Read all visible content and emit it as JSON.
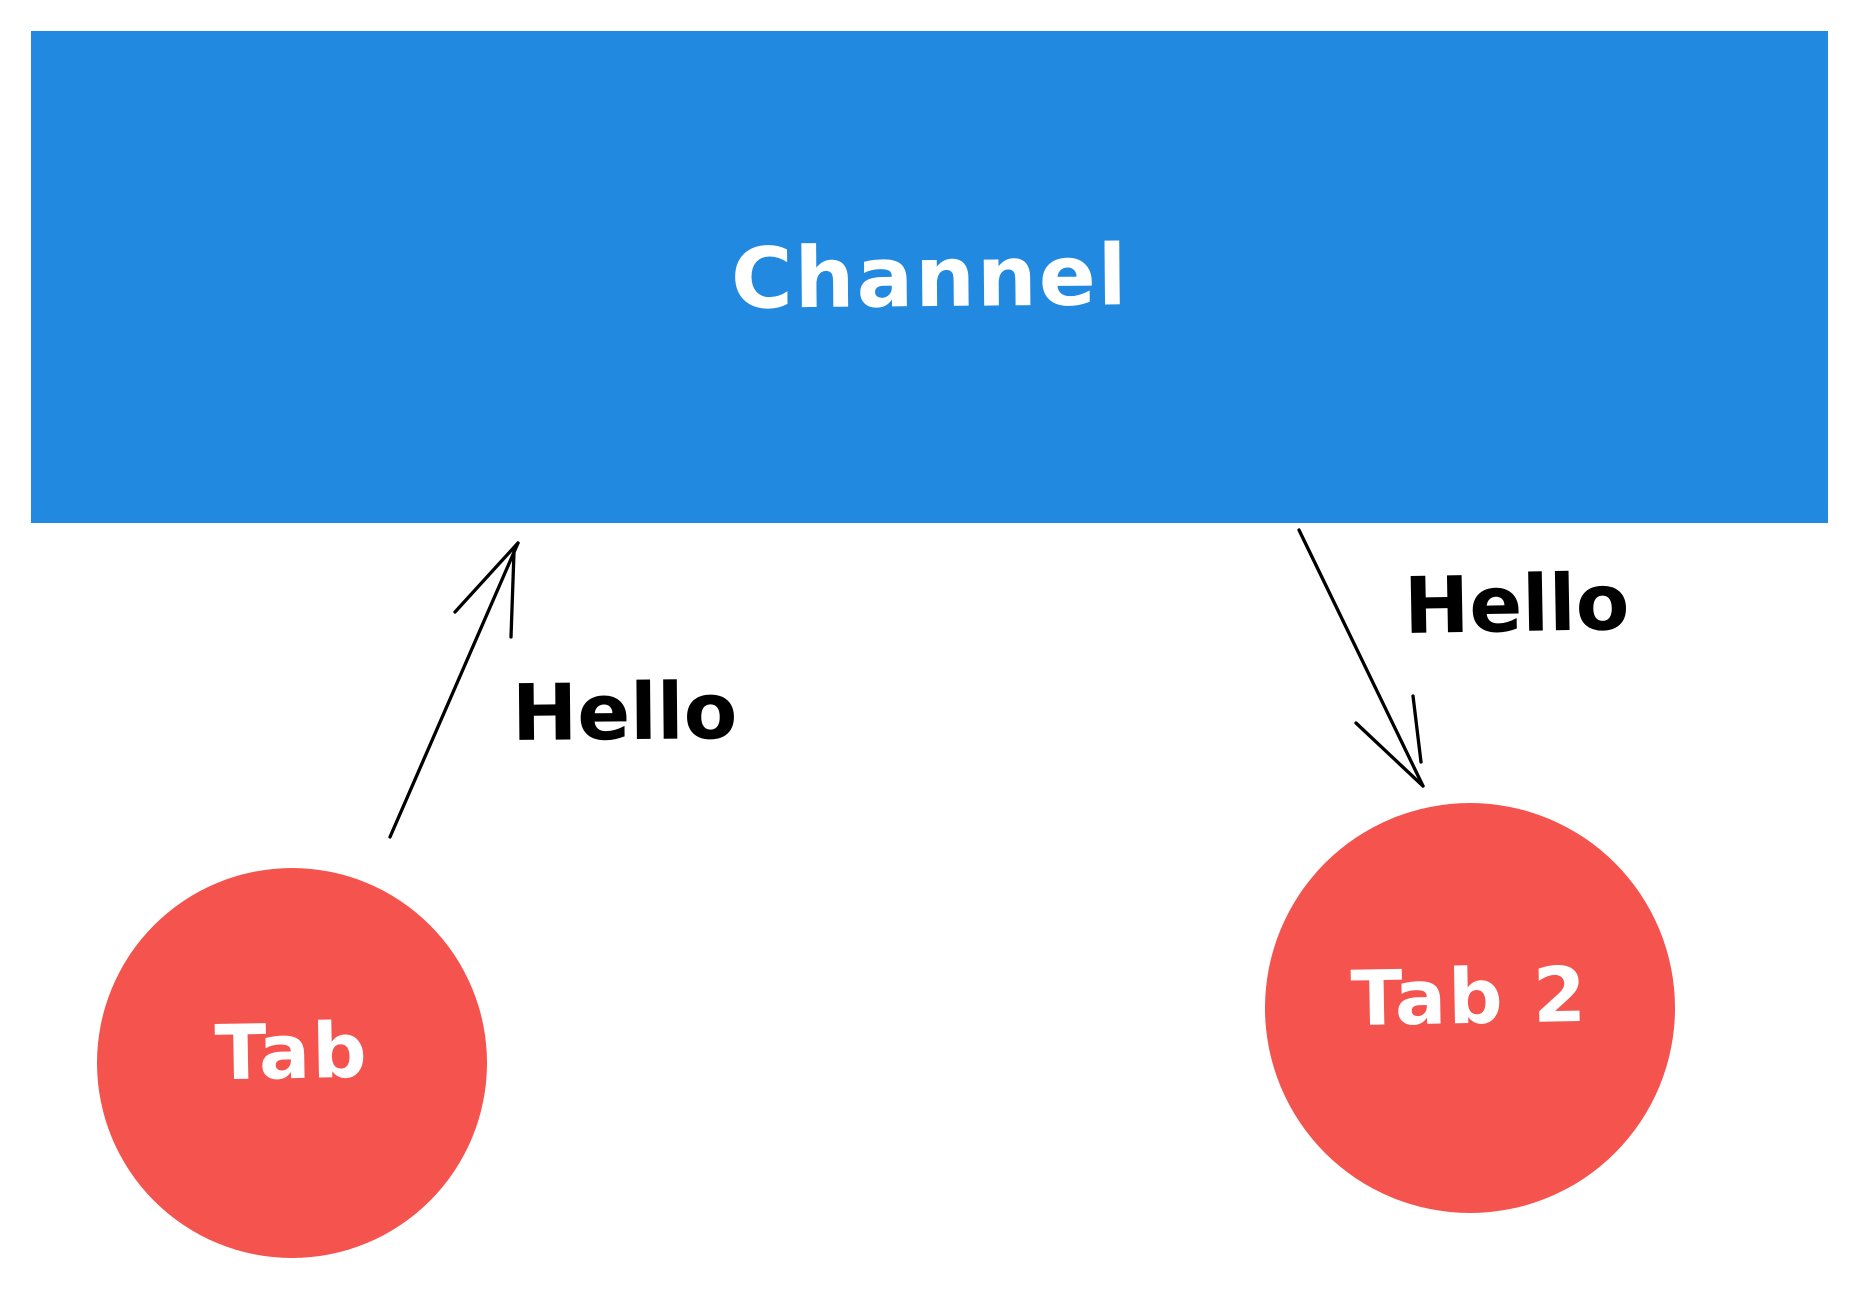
{
  "diagram": {
    "background_color": "#ffffff",
    "arrow_color": "#000000",
    "nodes": {
      "channel": {
        "label": "Channel",
        "shape": "rectangle",
        "fill": "#2289E1",
        "text_color": "#ffffff"
      },
      "tab": {
        "label": "Tab",
        "shape": "circle",
        "fill": "#F4534E",
        "text_color": "#ffffff"
      },
      "tab2": {
        "label": "Tab 2",
        "shape": "circle",
        "fill": "#F4534E",
        "text_color": "#ffffff"
      }
    },
    "edges": [
      {
        "id": "tab-to-channel",
        "from": "tab",
        "to": "channel",
        "label": "Hello"
      },
      {
        "id": "channel-to-tab2",
        "from": "channel",
        "to": "tab2",
        "label": "Hello"
      }
    ]
  }
}
